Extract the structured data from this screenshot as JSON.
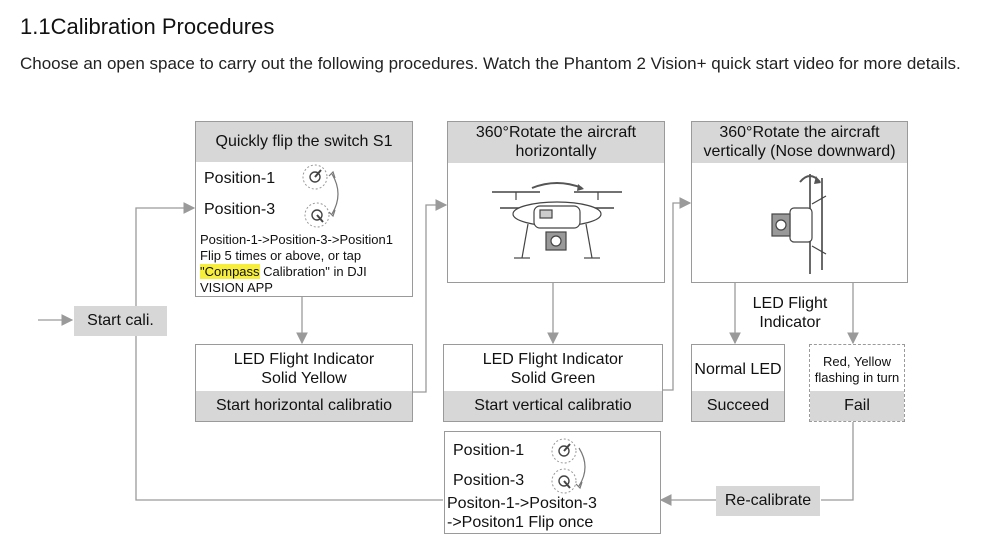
{
  "title": "1.1Calibration Procedures",
  "intro": "Choose an open space to carry out the following procedures. Watch the Phantom 2 Vision+ quick start video for more details.",
  "start": "Start cali.",
  "step1": {
    "header": "Quickly flip the switch S1",
    "pos1": "Position-1",
    "pos3": "Position-3",
    "line1": "Position-1->Position-3->Position1",
    "line2": "Flip 5 times or above, or tap",
    "line3_q1": "\"",
    "line3_hl": "Compass",
    "line3_rest": " Calibration\" in DJI",
    "line4": "VISION APP"
  },
  "step2": {
    "header_line1": "360°Rotate the aircraft",
    "header_line2": "horizontally"
  },
  "step3": {
    "header_line1": "360°Rotate the aircraft",
    "header_line2": "vertically (Nose downward)"
  },
  "led1": {
    "line1": "LED Flight Indicator",
    "line2": "Solid Yellow",
    "action": "Start horizontal calibratio"
  },
  "led2": {
    "line1": "LED Flight Indicator",
    "line2": "Solid Green",
    "action": "Start vertical calibratio"
  },
  "led3": {
    "line1": "LED Flight",
    "line2": "Indicator"
  },
  "success": {
    "text": "Normal LED",
    "label": "Succeed"
  },
  "fail": {
    "line1": "Red, Yellow",
    "line2": "flashing in turn",
    "label": "Fail"
  },
  "recal": "Re-calibrate",
  "flip_once": {
    "pos1": "Position-1",
    "pos3": "Position-3",
    "line1": "Positon-1->Positon-3",
    "line2": "->Positon1 Flip once"
  },
  "colors": {
    "box_fill": "#d7d7d7",
    "line": "#9a9a9a",
    "highlight": "#f6ee3a"
  },
  "icons": [
    "switch-position-1-icon",
    "switch-position-3-icon",
    "rotate-arrow-icon",
    "drone-horizontal-icon",
    "drone-vertical-icon"
  ]
}
